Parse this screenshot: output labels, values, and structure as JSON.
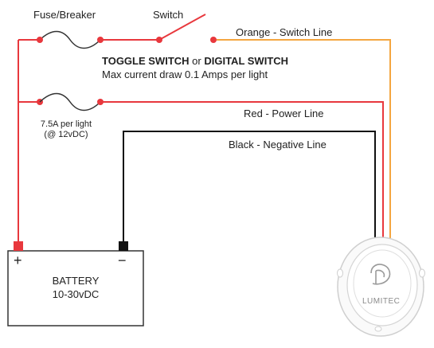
{
  "labels": {
    "fuse_breaker": "Fuse/Breaker",
    "switch": "Switch",
    "orange_line": "Orange - Switch Line",
    "toggle_switch": "TOGGLE SWITCH",
    "or_word": "or",
    "digital_switch": "DIGITAL SWITCH",
    "max_current": "Max current draw 0.1 Amps per light",
    "red_line": "Red - Power Line",
    "fuse_rating_line1": "7.5A per light",
    "fuse_rating_line2": "(@ 12vDC)",
    "black_line": "Black - Negative Line"
  },
  "battery": {
    "name": "BATTERY",
    "voltage": "10-30vDC",
    "plus": "+",
    "minus": "−"
  },
  "light": {
    "brand": "LUMITEC"
  },
  "colors": {
    "red_wire": "#e8383d",
    "orange_wire": "#f4a640",
    "black_wire": "#111111",
    "battery_outline": "#333333",
    "light_outline": "#d5d5d5"
  }
}
